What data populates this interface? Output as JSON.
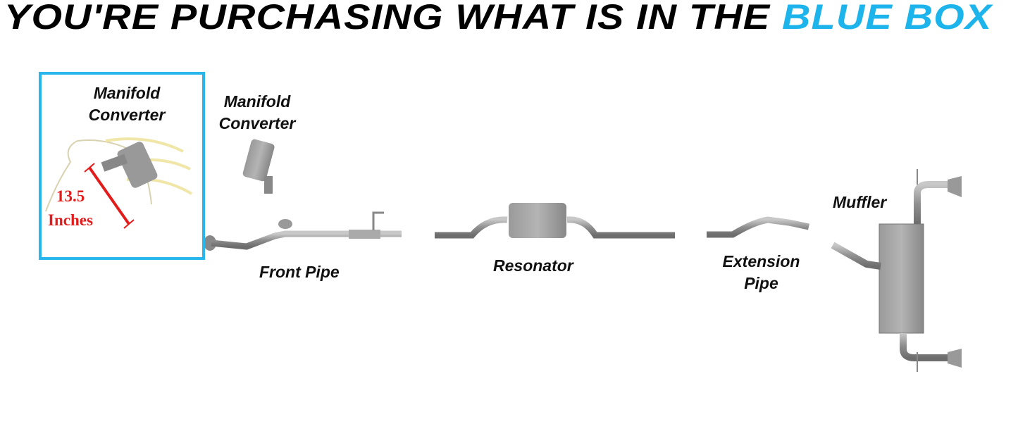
{
  "header": {
    "title_prefix": "YOU'RE PURCHASING WHAT IS IN THE",
    "title_highlight": "BLUE BOX",
    "highlight_color": "#1db4ec"
  },
  "selected_part": {
    "label_line1": "Manifold",
    "label_line2": "Converter",
    "measurement_value": "13.5",
    "measurement_unit": "Inches",
    "box_color": "#29b6ea"
  },
  "parts": [
    {
      "line1": "Manifold",
      "line2": "Converter"
    },
    {
      "line1": "Front Pipe"
    },
    {
      "line1": "Resonator"
    },
    {
      "line1": "Extension",
      "line2": "Pipe"
    },
    {
      "line1": "Muffler"
    }
  ]
}
